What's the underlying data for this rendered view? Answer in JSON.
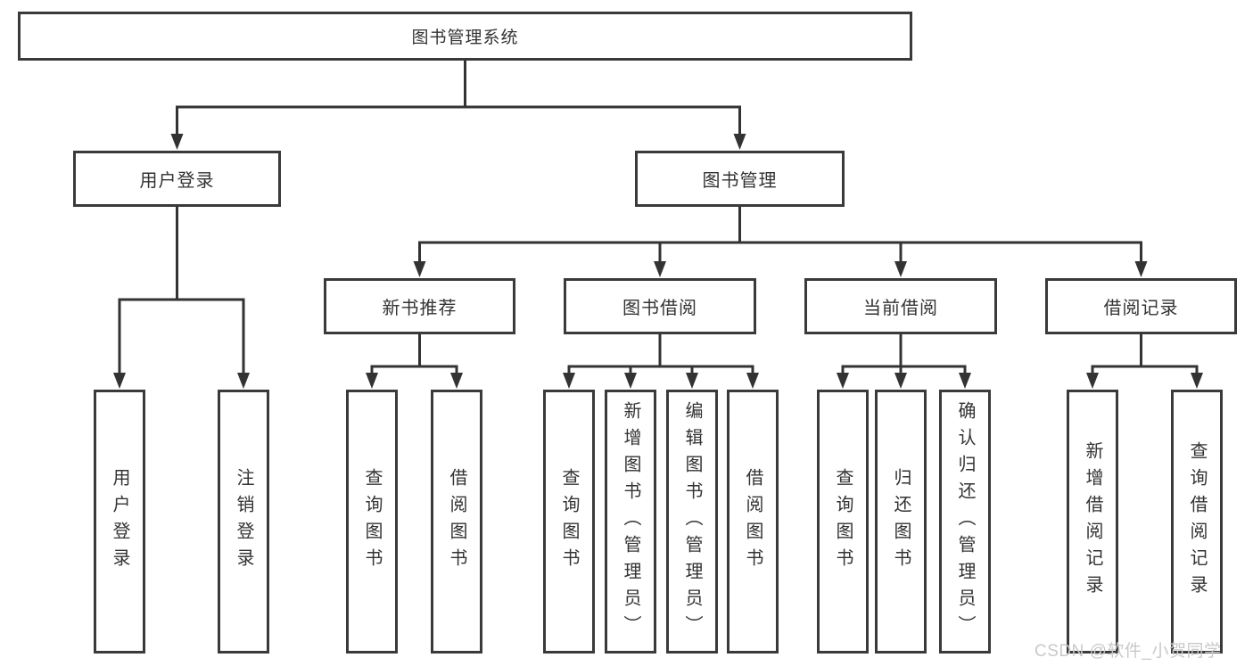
{
  "title_box": {
    "label": "图书管理系统"
  },
  "branches": [
    {
      "label": "用户登录",
      "children": [
        {
          "label": "用户登录"
        },
        {
          "label": "注销登录"
        }
      ]
    },
    {
      "label": "图书管理",
      "children": [
        {
          "label": "新书推荐",
          "children": [
            {
              "label": "查询图书"
            },
            {
              "label": "借阅图书"
            }
          ]
        },
        {
          "label": "图书借阅",
          "children": [
            {
              "label": "查询图书"
            },
            {
              "label": "新增图书（管理员）"
            },
            {
              "label": "编辑图书（管理员）"
            },
            {
              "label": "借阅图书"
            }
          ]
        },
        {
          "label": "当前借阅",
          "children": [
            {
              "label": "查询图书"
            },
            {
              "label": "归还图书"
            },
            {
              "label": "确认归还（管理员）"
            }
          ]
        },
        {
          "label": "借阅记录",
          "children": [
            {
              "label": "新增借阅记录"
            },
            {
              "label": "查询借阅记录"
            }
          ]
        }
      ]
    }
  ],
  "watermark": {
    "text": "CSDN @软件_小贺同学"
  },
  "colors": {
    "background": "#ffffff",
    "box_border": "#3a3a3a",
    "connector": "#333333",
    "text": "#333333",
    "watermark": "#c9c9c9"
  }
}
